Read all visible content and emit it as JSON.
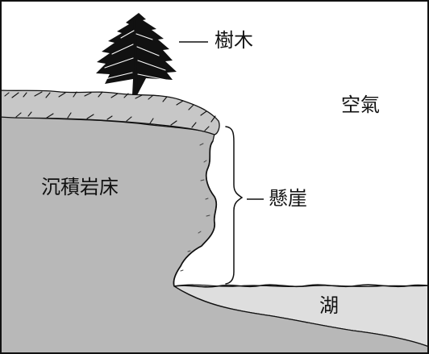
{
  "labels": {
    "tree": "樹木",
    "air": "空氣",
    "sedimentary_bedrock": "沉積岩床",
    "cliff": "懸崖",
    "lake": "湖"
  },
  "colors": {
    "rock": "#b8b8b8",
    "lake": "#dedede",
    "line": "#111111",
    "tree": "#111111",
    "air": "#ffffff"
  }
}
